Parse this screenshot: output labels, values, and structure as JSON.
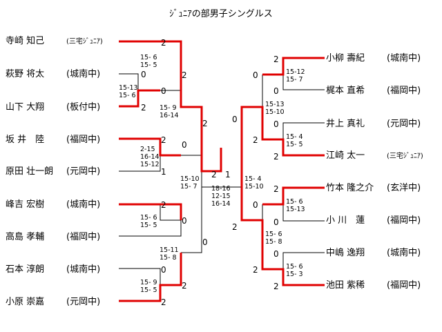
{
  "title": "ｼﾞｭﾆｱの部男子シングルス",
  "left_players": [
    {
      "name": "寺崎 知己",
      "club": "(三宅ｼﾞｭﾆｱ)"
    },
    {
      "name": "萩野 将太",
      "club": "(城南中)"
    },
    {
      "name": "山下 大翔",
      "club": "(板付中)"
    },
    {
      "name": "坂 井　陸",
      "club": "(福岡中)"
    },
    {
      "name": "原田 壮一朗",
      "club": "(元岡中)"
    },
    {
      "name": "峰吉 宏樹",
      "club": "(城南中)"
    },
    {
      "name": "高島 孝輔",
      "club": "(福岡中)"
    },
    {
      "name": "石本 淳朗",
      "club": "(城南中)"
    },
    {
      "name": "小原 崇嘉",
      "club": "(元岡中)"
    }
  ],
  "right_players": [
    {
      "name": "小柳 壽紀",
      "club": "(城南中)"
    },
    {
      "name": "梶本 直希",
      "club": "(福岡中)"
    },
    {
      "name": "井上 真礼",
      "club": "(元岡中)"
    },
    {
      "name": "江崎 太一",
      "club": "(三宅ｼﾞｭﾆｱ)"
    },
    {
      "name": "竹本 隆之介",
      "club": "(玄洋中)"
    },
    {
      "name": "小 川　蓮",
      "club": "(福岡中)"
    },
    {
      "name": "中嶋 逸翔",
      "club": "(城南中)"
    },
    {
      "name": "池田 紫稀",
      "club": "(福岡中)"
    }
  ],
  "results": {
    "l_r0_top": "0",
    "l_r0_bot": "2",
    "l_r1_a_top": "2",
    "l_r1_a_bot": "0",
    "l_r1_b_top": "2",
    "l_r1_b_bot": "1",
    "l_r1_c_top": "2",
    "l_r1_c_bot": "0",
    "l_r1_d_top": "0",
    "l_r1_d_bot": "2",
    "l_r2_a_top": "2",
    "l_r2_a_bot": "0",
    "l_r2_b_top": "0",
    "l_r2_b_bot": "2",
    "l_r3_top": "2",
    "l_r3_bot": "0",
    "final_left": "2",
    "final_right": "1",
    "r_r1_a_top": "2",
    "r_r1_a_bot": "0",
    "r_r1_b_top": "0",
    "r_r1_b_bot": "2",
    "r_r1_c_top": "2",
    "r_r1_c_bot": "0",
    "r_r1_d_top": "0",
    "r_r1_d_bot": "2",
    "r_r2_a_top": "0",
    "r_r2_a_bot": "2",
    "r_r2_b_top": "0",
    "r_r2_b_bot": "2",
    "r_r3_top": "0",
    "r_r3_bot": "2"
  },
  "scores": {
    "l_r1_a": [
      "15- 6",
      "15- 5"
    ],
    "l_r0": [
      "15-13",
      "15- 6"
    ],
    "l_r2_a": [
      "15- 9",
      "16-14"
    ],
    "l_r1_b": [
      "2-15",
      "16-14",
      "15-12"
    ],
    "l_r3": [
      "15-10",
      "15- 7"
    ],
    "l_r1_c": [
      "15- 6",
      "15- 5"
    ],
    "l_r2_b": [
      "15-11",
      "15- 8"
    ],
    "l_r1_d": [
      "15- 9",
      "15- 5"
    ],
    "final": [
      "18-16",
      "12-15",
      "16-14"
    ],
    "r_r3": [
      "15- 4",
      "15-10"
    ],
    "r_r1_a": [
      "15-12",
      "15- 7"
    ],
    "r_r2_a": [
      "15-13",
      "15-10"
    ],
    "r_r1_b": [
      "15- 4",
      "15- 5"
    ],
    "r_r1_c": [
      "15- 6",
      "15-13"
    ],
    "r_r2_b": [
      "15- 6",
      "15- 8"
    ],
    "r_r1_d": [
      "15- 6",
      "15- 3"
    ]
  },
  "colors": {
    "winner_line": "#e00000",
    "line": "#000000"
  }
}
